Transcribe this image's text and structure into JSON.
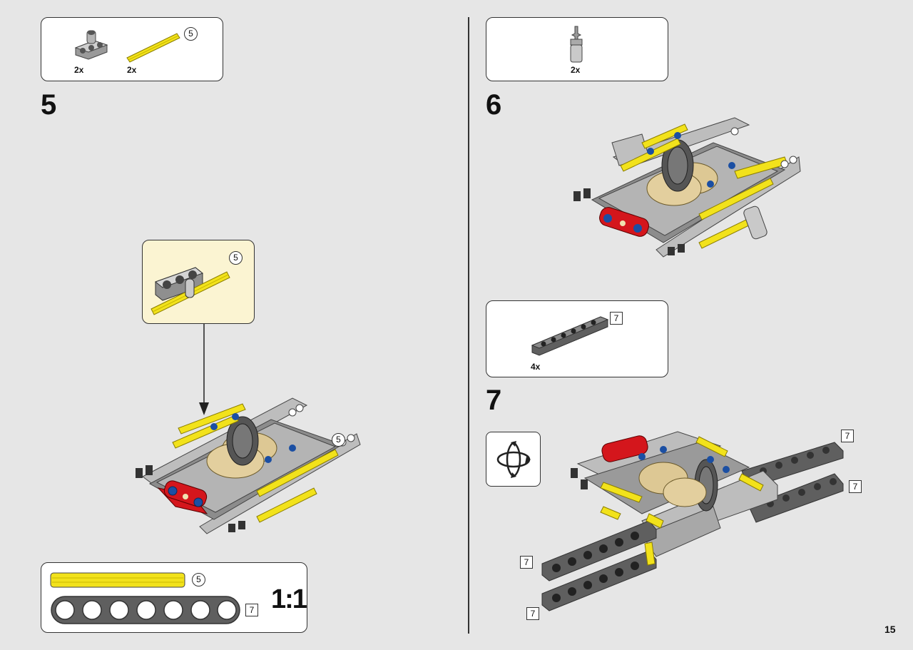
{
  "page_number": "15",
  "left": {
    "parts_box": {
      "items": [
        {
          "qty": "2x",
          "icon": "connector-icon"
        },
        {
          "qty": "2x",
          "icon": "axle-5-icon",
          "length": "5"
        }
      ]
    },
    "step": {
      "number": "5"
    },
    "callout": {
      "length": "5"
    },
    "assembly": {
      "callout_length": "5"
    },
    "scale_box": {
      "axle_length": "5",
      "beam_length": "7",
      "scale": "1:1"
    }
  },
  "right": {
    "step6": {
      "parts_box": {
        "items": [
          {
            "qty": "2x",
            "icon": "axle-pin-icon"
          }
        ]
      },
      "number": "6"
    },
    "step7": {
      "parts_box": {
        "items": [
          {
            "qty": "4x",
            "icon": "beam-7-icon",
            "length": "7"
          }
        ]
      },
      "number": "7",
      "rotate_icon": "rotate-model-icon",
      "beam_labels": [
        "7",
        "7",
        "7",
        "7"
      ]
    }
  },
  "colors": {
    "yellow": "#f2e21b",
    "red": "#d4161c",
    "dark_gray": "#5a5a5a",
    "light_gray": "#c9c9c9",
    "tan": "#dfcb9a",
    "blue": "#1b4fa3"
  }
}
